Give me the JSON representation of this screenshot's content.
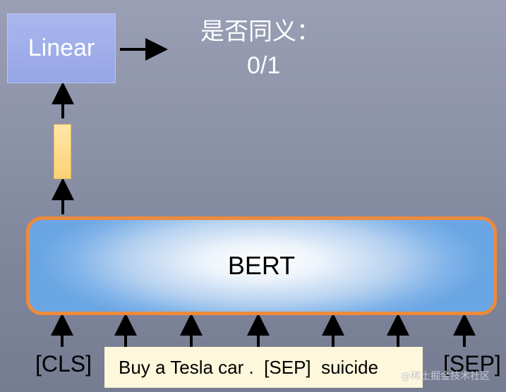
{
  "linear_label": "Linear",
  "output": {
    "label": "是否同义：",
    "value": "0/1"
  },
  "bert_label": "BERT",
  "tokens": {
    "cls": "[CLS]",
    "sep": "[SEP]"
  },
  "sentence": "Buy a Tesla car .  [SEP]  suicide",
  "watermark": "@稀土掘金技术社区",
  "colors": {
    "background": "#8a90a6",
    "linear_box": "#a3b0eb",
    "vector": "#fbd276",
    "bert_border": "#ee8a3c",
    "bert_fill": "#7fb2e8",
    "sentence_box": "#fdf7dc"
  }
}
